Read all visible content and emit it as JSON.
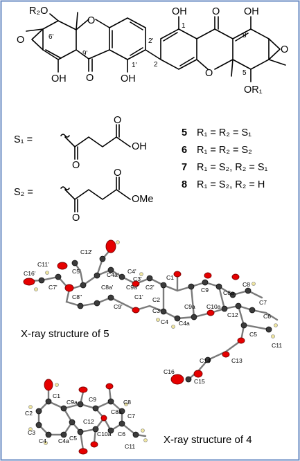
{
  "top": {
    "atom_text": {
      "r2o": "R₂O",
      "oh_left": "OH",
      "oh_1p": "OH",
      "oh_1": "OH",
      "oh_8": "OH",
      "or1": "OR₁",
      "o_ring_left": "O",
      "o_ring_right": "O",
      "o_keto_left": "O",
      "o_keto_right": "O",
      "o_epox_left": "O",
      "o_epox_right": "O"
    },
    "locants": {
      "l6p": "6'",
      "l9p": "9'",
      "l2p": "2'",
      "l1p": "1'",
      "l2": "2",
      "l1": "1",
      "l8": "8",
      "l5": "5"
    }
  },
  "substituents": {
    "s1_label": "S₁ =",
    "s2_label": "S₂ =",
    "s1_end": "OH",
    "s2_end": "OMe",
    "o": "O",
    "compounds": [
      {
        "num": "5",
        "def": "R₁ = R₂ = S₁"
      },
      {
        "num": "6",
        "def": "R₁ = R₂ = S₂"
      },
      {
        "num": "7",
        "def": "R₁ = S₂, R₂ = S₁"
      },
      {
        "num": "8",
        "def": "R₁ = S₂, R₂ = H"
      }
    ]
  },
  "xray5": {
    "caption": "X-ray structure of 5",
    "labels": [
      "C12'",
      "C11'",
      "C5'",
      "C16'",
      "C7'",
      "C8''",
      "C4a'",
      "C4'",
      "C8a'",
      "C3'",
      "C9a'",
      "C2'",
      "C9'",
      "C1'",
      "C1",
      "C9",
      "C8a",
      "C8",
      "C2",
      "C9a",
      "C3",
      "C10a",
      "C7",
      "C4",
      "C4a",
      "C12",
      "C6",
      "C5",
      "C11",
      "C13",
      "C14",
      "C16",
      "C15"
    ]
  },
  "xray4": {
    "caption": "X-ray structure of 4",
    "labels": [
      "C1",
      "C9",
      "C2",
      "C9a",
      "C8a",
      "C8",
      "C7",
      "C12",
      "C3",
      "C10a",
      "C4",
      "C4a",
      "C6",
      "C5",
      "C11"
    ]
  },
  "colors": {
    "frame": "#6a8bc3",
    "oxygen": "#e60000",
    "carbon": "#3b3b3b",
    "hydrogen": "#f0e6a0"
  }
}
